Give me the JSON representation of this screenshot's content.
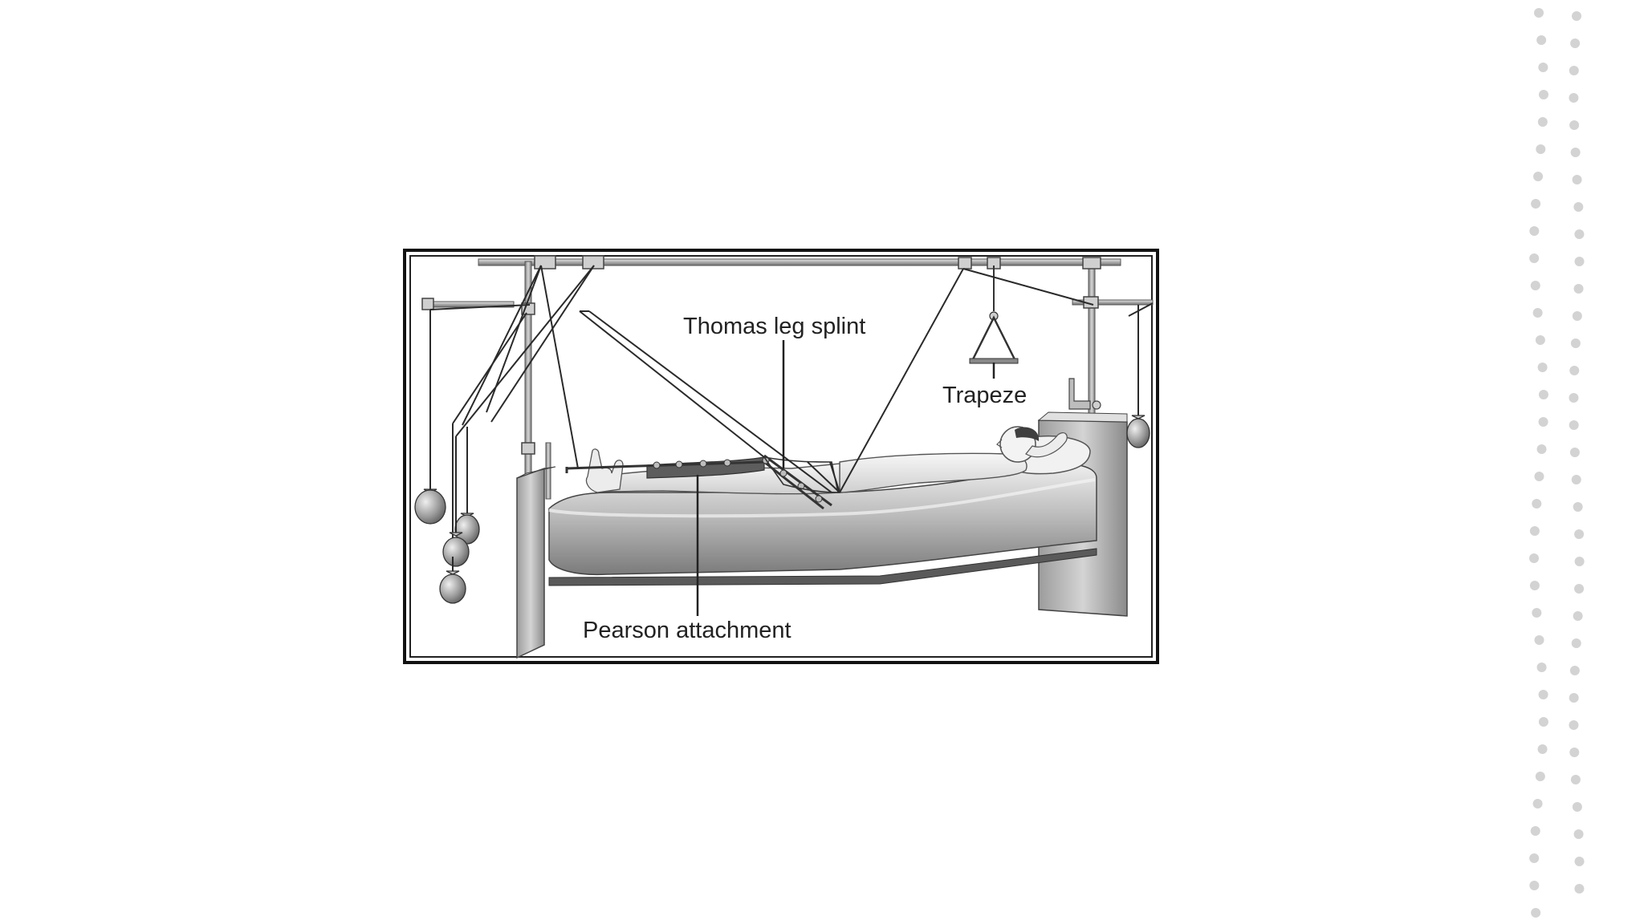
{
  "figure": {
    "labels": {
      "thomas_leg_splint": "Thomas leg splint",
      "trapeze": "Trapeze",
      "pearson_attachment": "Pearson attachment"
    }
  },
  "colors": {
    "background": "#ffffff",
    "frame": "#111111",
    "dots": "#d3d3d3",
    "metal": "#9a9a9a",
    "bed": "#8d8d8d"
  }
}
